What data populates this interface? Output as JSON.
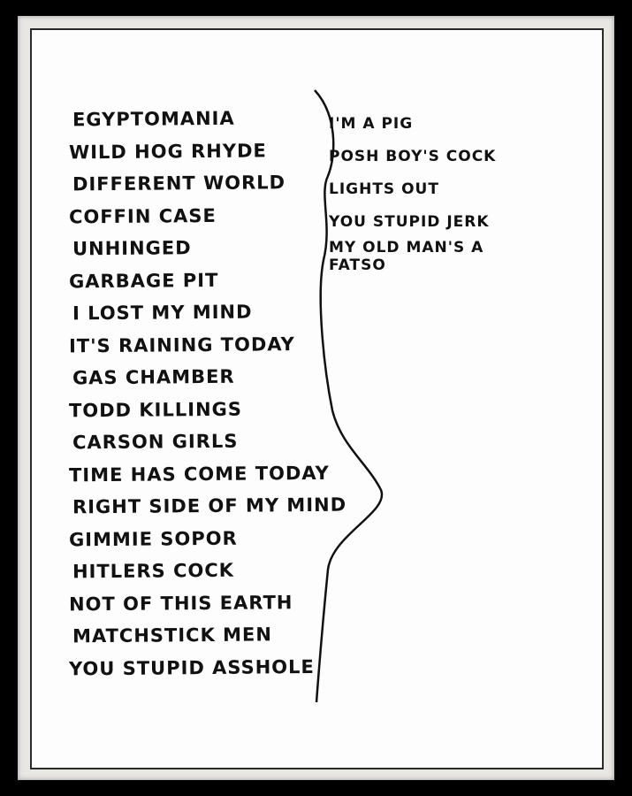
{
  "setlist": {
    "left_songs": [
      "EGYPTOMANIA",
      "WILD HOG RHYDE",
      "DIFFERENT WORLD",
      "COFFIN CASE",
      "UNHINGED",
      "GARBAGE PIT",
      "I LOST MY MIND",
      "IT'S RAINING TODAY",
      "GAS CHAMBER",
      "TODD KILLINGS",
      "CARSON GIRLS",
      "TIME HAS COME TODAY",
      "RIGHT SIDE OF MY MIND",
      "GIMMIE SOPOR",
      "HITLERS COCK",
      "NOT OF THIS EARTH",
      "MATCHSTICK MEN",
      "YOU STUPID ASSHOLE"
    ],
    "right_songs": [
      "I'M A PIG",
      "POSH BOY'S COCK",
      "LIGHTS OUT",
      "YOU STUPID JERK",
      "MY OLD MAN'S A FATSO"
    ]
  }
}
